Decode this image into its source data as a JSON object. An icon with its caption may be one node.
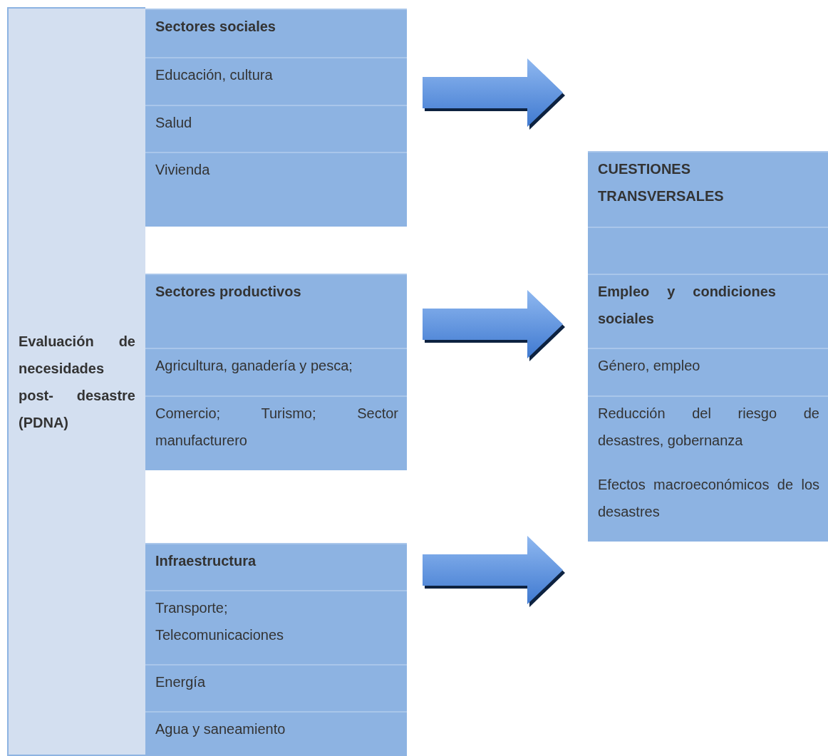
{
  "diagram": {
    "nodes": [
      {
        "text": [
          "Evaluación de necesidades post- desastre (PDNA)"
        ]
      },
      {
        "text": [
          "Sectores sociales"
        ]
      },
      {
        "text": [
          "Educación, cultura"
        ]
      },
      {
        "text": [
          "Salud"
        ]
      },
      {
        "text": [
          "Vivienda"
        ]
      },
      {
        "text": [
          "Sectores productivos"
        ]
      },
      {
        "text": [
          "Agricultura, ganadería y pesca;"
        ]
      },
      {
        "text": [
          "Comercio; Turismo; Sector manufacturero"
        ]
      },
      {
        "text": [
          "Infraestructura"
        ]
      },
      {
        "text": [
          "Transporte; Telecomunicaciones"
        ]
      },
      {
        "text": [
          "Energía"
        ]
      },
      {
        "text": [
          "Agua y saneamiento"
        ]
      },
      {
        "text": [
          "CUESTIONES TRANSVERSALES"
        ]
      },
      {
        "text": [],
        "shape": "box"
      },
      {
        "text": [
          "Empleo y condiciones sociales"
        ]
      },
      {
        "text": [
          "Género, empleo"
        ]
      },
      {
        "text": [
          "Reducción del riesgo de desastres, gobernanza",
          "Efectos macroeconómicos de los desastres"
        ]
      }
    ],
    "edges": [
      {
        "from": 1,
        "to": null,
        "arrow": "to"
      },
      {
        "from": 5,
        "to": 12,
        "arrow": "to"
      },
      {
        "from": 8,
        "to": null,
        "arrow": "to"
      }
    ]
  }
}
